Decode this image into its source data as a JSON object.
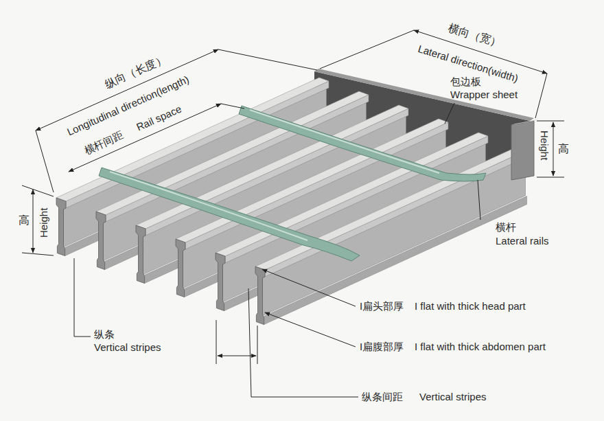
{
  "diagram": {
    "labels": [
      "纵向（长度）",
      "Longitudinal direction(length)",
      "横杆间距",
      "Rail space",
      "横向（宽）",
      "Lateral direction(width)",
      "包边板",
      "Wrapper sheet",
      "Height",
      "高",
      "Height",
      "高",
      "横杆",
      "Lateral rails",
      "I扁头部厚",
      "I flat with thick head part",
      "I扁腹部厚",
      "I flat with thick abdomen part",
      "纵条",
      "Vertical stripes",
      "纵条间距",
      "Vertical stripes"
    ]
  }
}
